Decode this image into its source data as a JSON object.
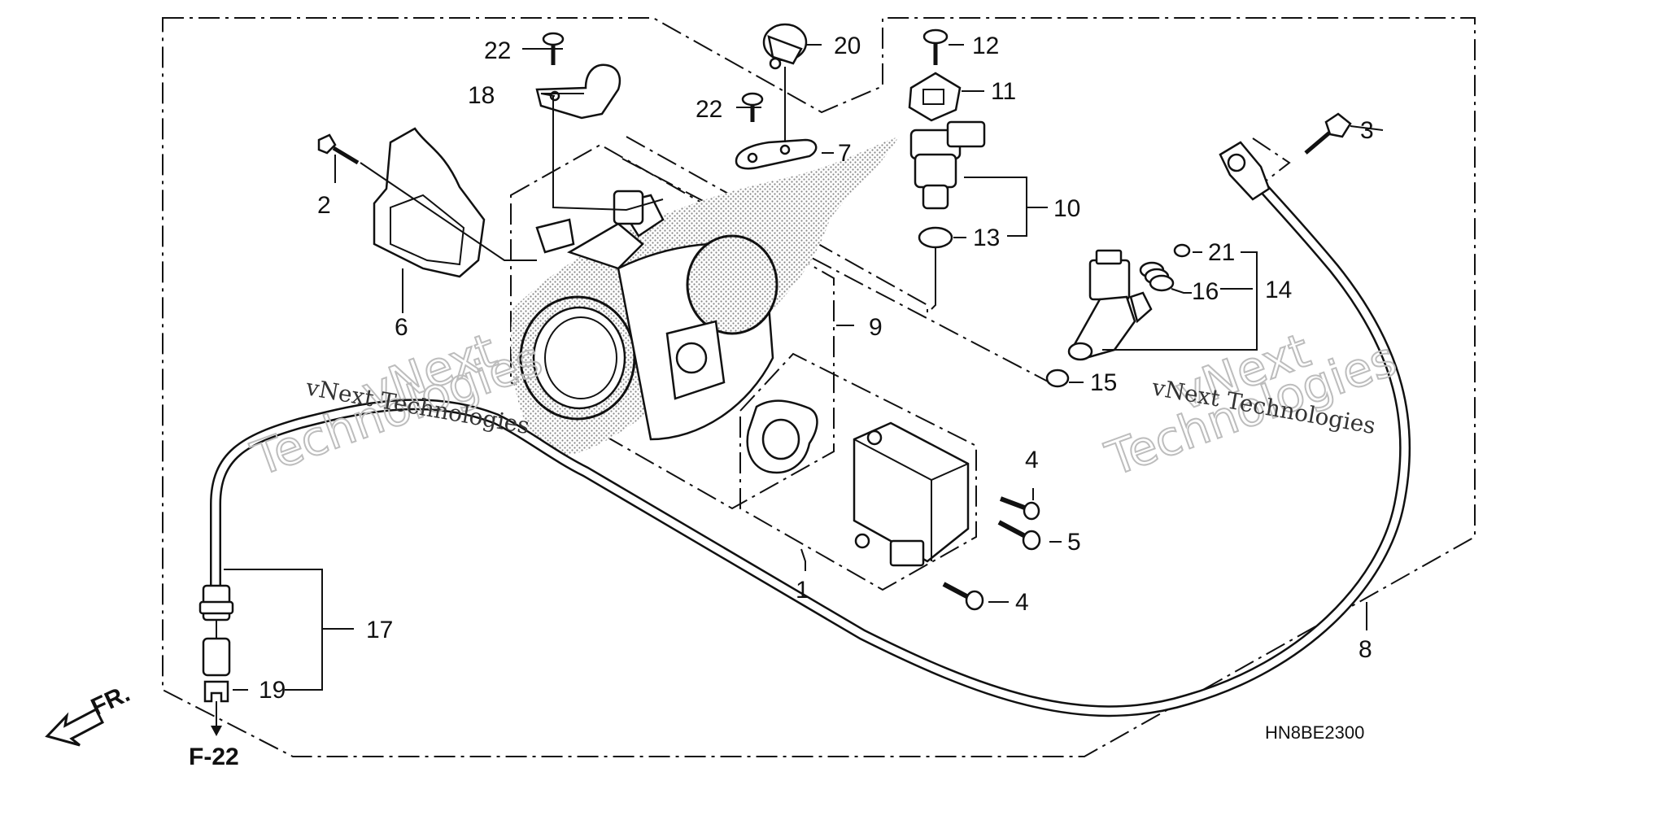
{
  "diagram_code": "HN8BE2300",
  "front_indicator": "FR.",
  "reference": "F-22",
  "watermark": {
    "line1": "vNext",
    "line2": "Technologies",
    "small": "vNext Technologies"
  },
  "callouts": {
    "c1": "1",
    "c2": "2",
    "c3": "3",
    "c4a": "4",
    "c4b": "4",
    "c5": "5",
    "c6": "6",
    "c7": "7",
    "c8": "8",
    "c9": "9",
    "c10": "10",
    "c11": "11",
    "c12": "12",
    "c13": "13",
    "c14": "14",
    "c15": "15",
    "c16": "16",
    "c17": "17",
    "c18": "18",
    "c19": "19",
    "c20": "20",
    "c21": "21",
    "c22a": "22",
    "c22b": "22"
  }
}
